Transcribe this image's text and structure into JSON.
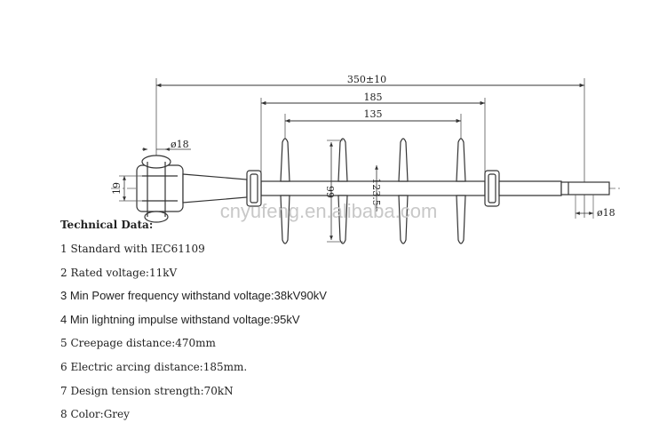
{
  "dimensions": {
    "overall": "350±10",
    "sheds_outer": "185",
    "sheds_inner": "135",
    "eye_dia": "ø18",
    "eye_width": "19",
    "shed_dia": "99",
    "core_dia": "123.5",
    "rod_dia": "ø18"
  },
  "watermark": "cnyufeng.en.alibaba.com",
  "technical_data": {
    "title": "Technical Data:",
    "items": [
      "1 Standard with IEC61109",
      "2 Rated voltage:11kV",
      "3 Min Power frequency withstand voltage:38kV90kV",
      "4 Min lightning impulse withstand voltage:95kV",
      "5 Creepage distance:470mm",
      "6 Electric arcing distance:185mm.",
      "7 Design tension strength:70kN",
      "8 Color:Grey"
    ]
  },
  "colors": {
    "line": "#333333",
    "text": "#222222",
    "watermark": "#c8c8c8"
  }
}
